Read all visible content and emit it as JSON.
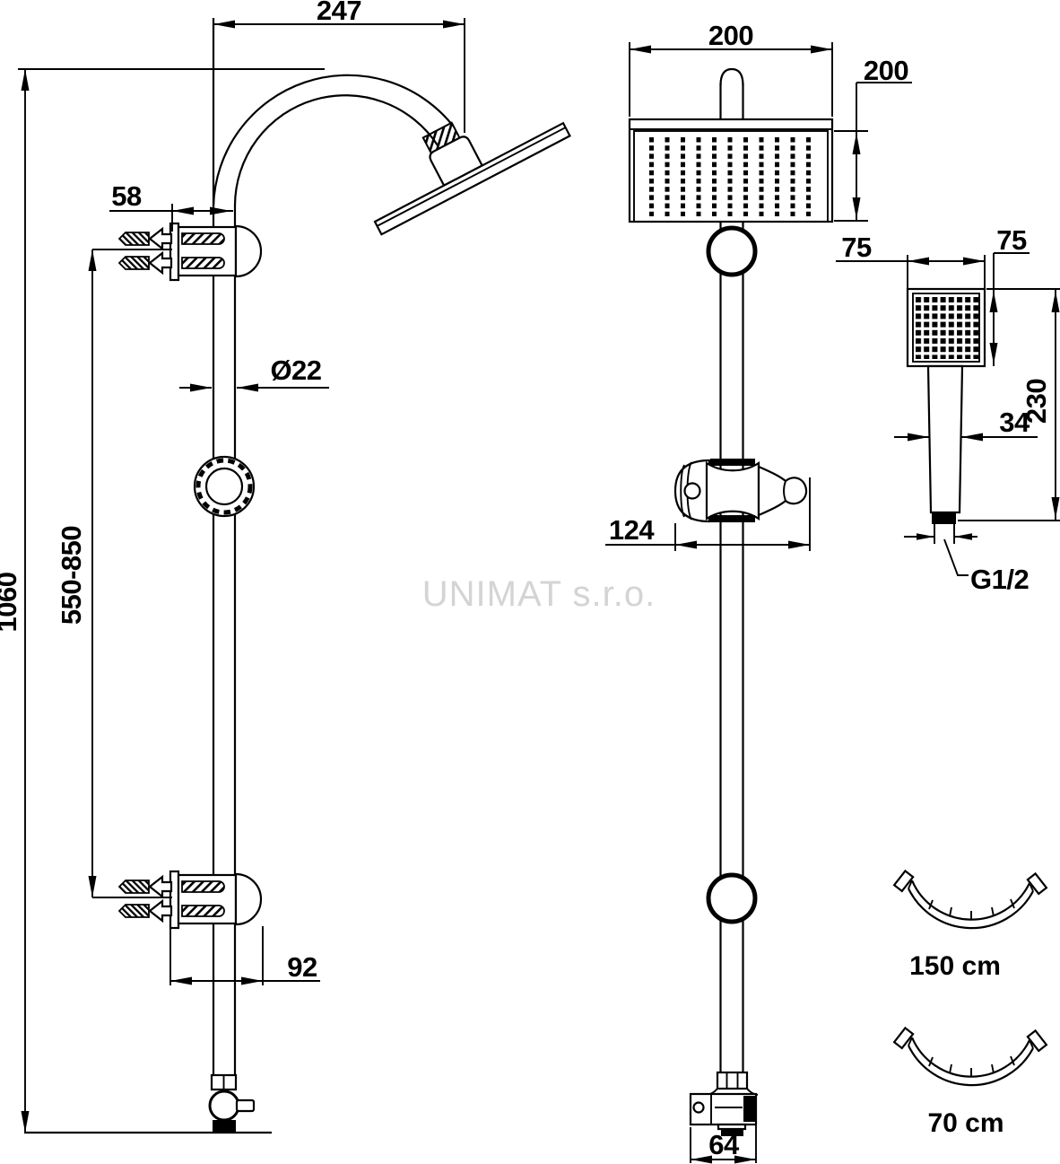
{
  "watermark": "UNIMAT s.r.o.",
  "side_view": {
    "arm_reach": "247",
    "bracket_offset": "58",
    "pipe_diameter": "Ø22",
    "adjustable_range": "550-850",
    "total_height": "1060",
    "bracket_depth": "92"
  },
  "front_view": {
    "head_width": "200",
    "head_depth": "200",
    "holder_length": "124",
    "diverter_width": "64"
  },
  "hand_shower": {
    "head_width": "75",
    "head_height": "75",
    "handle_width": "34",
    "total_length": "230",
    "thread": "G1/2"
  },
  "hoses": {
    "long_label": "150 cm",
    "short_label": "70 cm"
  }
}
